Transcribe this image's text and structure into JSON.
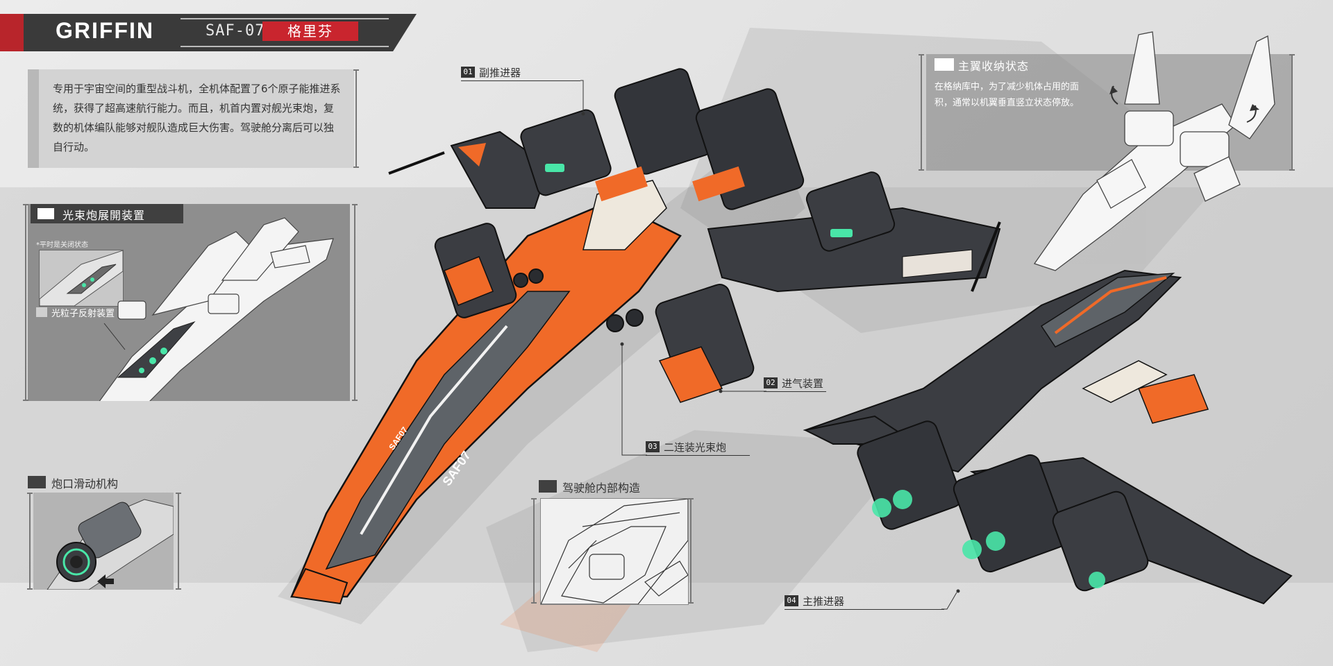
{
  "header": {
    "name": "GRIFFIN",
    "code": "SAF-07",
    "name_cn": "格里芬"
  },
  "intro": {
    "text": "专用于宇宙空间的重型战斗机，全机体配置了6个原子能推进系统，获得了超高速航行能力。而且，机首内置对舰光束炮，复数的机体编队能够对舰队造成巨大伤害。驾驶舱分离后可以独自行动。"
  },
  "beam_panel": {
    "title": "光束炮展開装置",
    "note": "*平时是关闭状态",
    "sub_label": "光粒子反射装置"
  },
  "muzzle_panel": {
    "title": "炮口滑动机构"
  },
  "cockpit_panel": {
    "title": "驾驶舱内部构造"
  },
  "wing_panel": {
    "title": "主翼收纳状态",
    "text": "在格纳库中，为了减少机体占用的面积，通常以机翼垂直竖立状态停放。"
  },
  "callouts": [
    {
      "num": "01",
      "label": "副推进器"
    },
    {
      "num": "02",
      "label": "进气装置"
    },
    {
      "num": "03",
      "label": "二连装光束炮"
    },
    {
      "num": "04",
      "label": "主推进器"
    }
  ],
  "hull_markings": {
    "marking": "SAF07"
  },
  "colors": {
    "accent_orange": "#f06a28",
    "hull_dark": "#3b3d42",
    "hull_gray": "#5e6368",
    "title_red": "#c9252e",
    "glow_green": "#49e6a8"
  }
}
